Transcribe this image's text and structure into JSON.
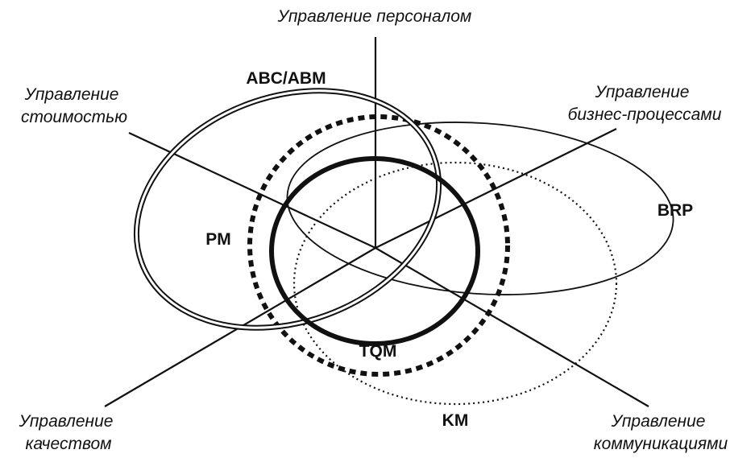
{
  "axes": [
    {
      "key": "personnel",
      "lines": [
        "Управление персоналом"
      ]
    },
    {
      "key": "cost",
      "lines": [
        "Управление",
        "стоимостью"
      ]
    },
    {
      "key": "business_processes",
      "lines": [
        "Управление",
        "бизнес-процессами"
      ]
    },
    {
      "key": "quality",
      "lines": [
        "Управление",
        "качеством"
      ]
    },
    {
      "key": "communications",
      "lines": [
        "Управление",
        "коммуникациями"
      ]
    }
  ],
  "methods": {
    "abc_abm": "ABC/ABM",
    "pm": "PM",
    "brp": "BRP",
    "tqm": "TQM",
    "km": "KM"
  },
  "colors": {
    "ink": "#111111",
    "background": "#ffffff"
  }
}
